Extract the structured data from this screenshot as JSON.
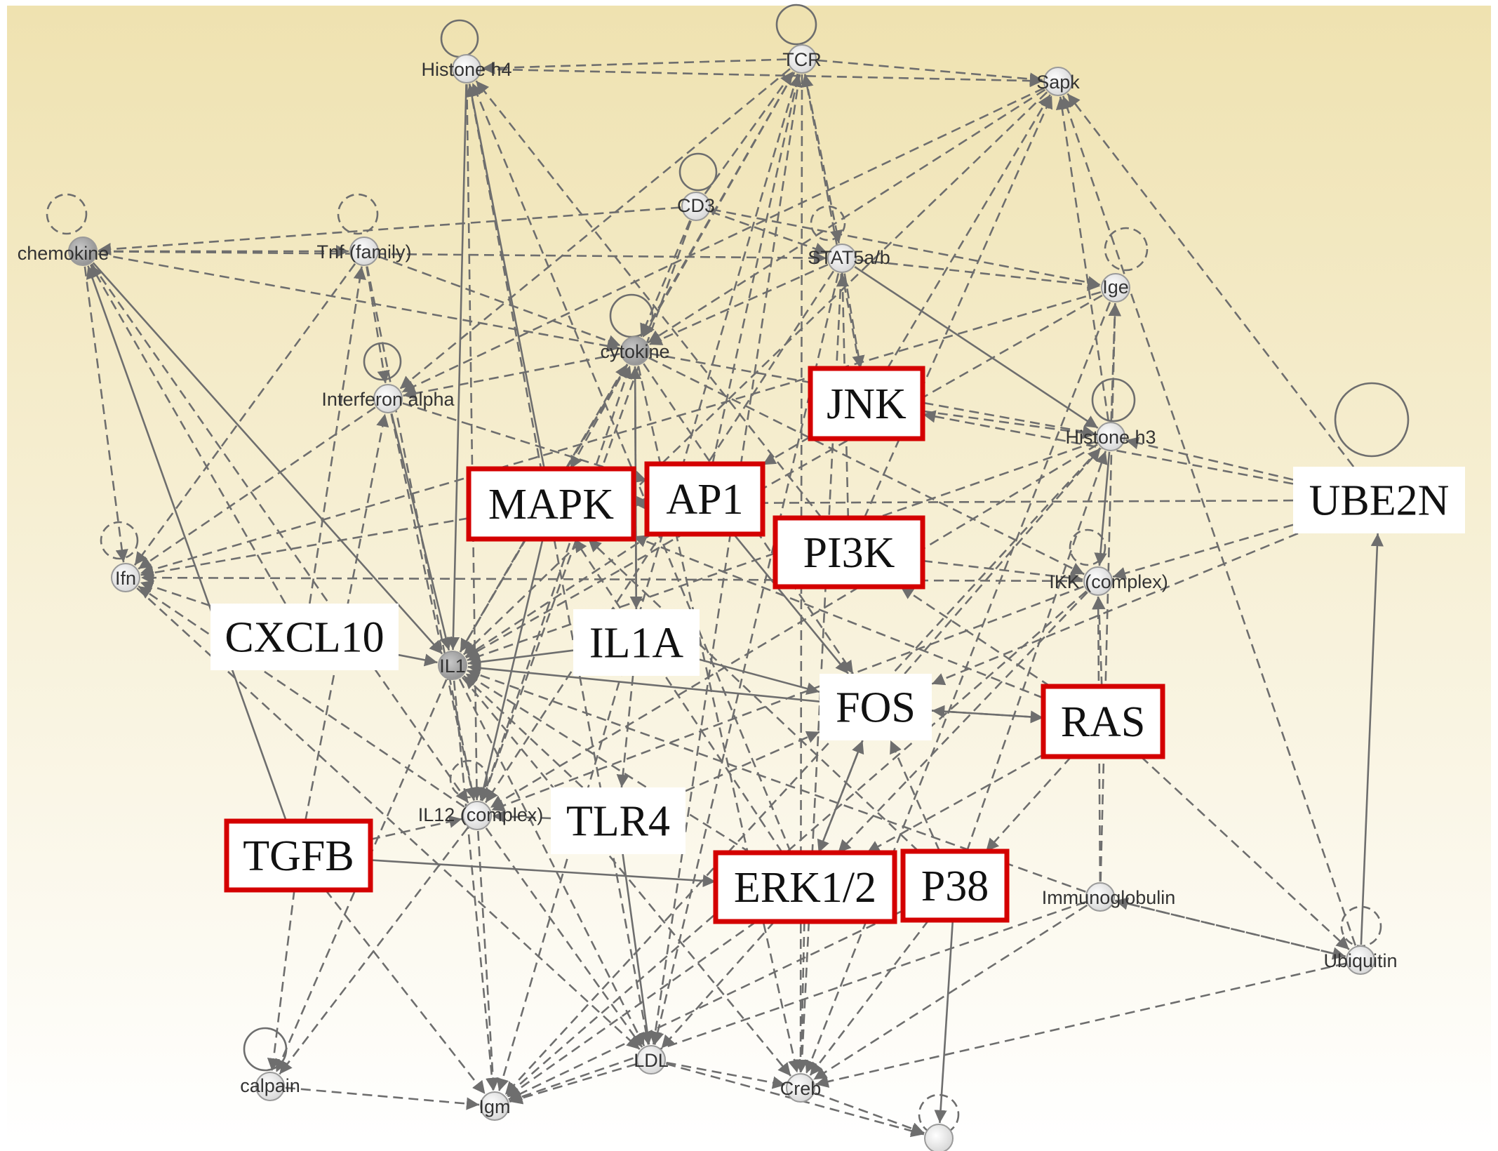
{
  "colors": {
    "bg_top": "#efe2b0",
    "bg_bottom": "#ffffff",
    "edge": "#6e6e6e",
    "highlight_border": "#d40000",
    "box_fill": "#ffffff"
  },
  "nodes": [
    {
      "id": "histone_h4",
      "label": "Histone h4",
      "style": "light",
      "self_loop": "solid"
    },
    {
      "id": "tcr",
      "label": "TCR",
      "style": "light",
      "self_loop": "solid"
    },
    {
      "id": "sapk",
      "label": "Sapk",
      "style": "light",
      "self_loop": ""
    },
    {
      "id": "cd3",
      "label": "CD3",
      "style": "light",
      "self_loop": "solid"
    },
    {
      "id": "chemokine",
      "label": "chemokine",
      "style": "dark",
      "self_loop": "dashed"
    },
    {
      "id": "tnf",
      "label": "Tnf (family)",
      "style": "light",
      "self_loop": "dashed"
    },
    {
      "id": "stat5",
      "label": "STAT5a/b",
      "style": "light",
      "self_loop": "dashed"
    },
    {
      "id": "ige",
      "label": "Ige",
      "style": "light",
      "self_loop": "dashed"
    },
    {
      "id": "cytokine",
      "label": "cytokine",
      "style": "dark",
      "self_loop": "solid"
    },
    {
      "id": "ifna",
      "label": "Interferon alpha",
      "style": "light",
      "self_loop": "solid"
    },
    {
      "id": "histone_h3",
      "label": "Histone h3",
      "style": "light",
      "self_loop": "solid"
    },
    {
      "id": "ifn",
      "label": "Ifn",
      "style": "light",
      "self_loop": "dashed"
    },
    {
      "id": "ikk",
      "label": "IKK (complex)",
      "style": "light",
      "self_loop": "dashed"
    },
    {
      "id": "il1",
      "label": "IL1",
      "style": "dark",
      "self_loop": ""
    },
    {
      "id": "il12",
      "label": "IL12 (complex)",
      "style": "light",
      "self_loop": "dashed"
    },
    {
      "id": "immunoglobulin",
      "label": "Immunoglobulin",
      "style": "light",
      "self_loop": ""
    },
    {
      "id": "ubiquitin",
      "label": "Ubiquitin",
      "style": "light",
      "self_loop": "dashed"
    },
    {
      "id": "calpain",
      "label": "calpain",
      "style": "light",
      "self_loop": "solid"
    },
    {
      "id": "igm",
      "label": "Igm",
      "style": "light",
      "self_loop": ""
    },
    {
      "id": "ldl",
      "label": "LDL",
      "style": "light",
      "self_loop": ""
    },
    {
      "id": "creb",
      "label": "Creb",
      "style": "light",
      "self_loop": ""
    },
    {
      "id": "bottom_hidden",
      "label": "",
      "style": "light",
      "self_loop": "dashed"
    }
  ],
  "boxes": [
    {
      "id": "jnk",
      "label": "JNK",
      "highlighted": true
    },
    {
      "id": "mapk",
      "label": "MAPK",
      "highlighted": true
    },
    {
      "id": "ap1",
      "label": "AP1",
      "highlighted": true
    },
    {
      "id": "pi3k",
      "label": "PI3K",
      "highlighted": true
    },
    {
      "id": "ube2n",
      "label": "UBE2N",
      "highlighted": false,
      "self_loop": "solid"
    },
    {
      "id": "cxcl10",
      "label": "CXCL10",
      "highlighted": false
    },
    {
      "id": "il1a",
      "label": "IL1A",
      "highlighted": false
    },
    {
      "id": "fos",
      "label": "FOS",
      "highlighted": false
    },
    {
      "id": "ras",
      "label": "RAS",
      "highlighted": true
    },
    {
      "id": "tlr4",
      "label": "TLR4",
      "highlighted": false
    },
    {
      "id": "tgfb",
      "label": "TGFB",
      "highlighted": true
    },
    {
      "id": "erk",
      "label": "ERK1/2",
      "highlighted": true
    },
    {
      "id": "p38",
      "label": "P38",
      "highlighted": true
    }
  ],
  "edges": [
    [
      "tcr",
      "histone_h4",
      "dashed"
    ],
    [
      "tcr",
      "sapk",
      "dashed"
    ],
    [
      "histone_h4",
      "sapk",
      "dashed"
    ],
    [
      "cd3",
      "tcr",
      "dashed"
    ],
    [
      "cd3",
      "stat5",
      "dashed"
    ],
    [
      "cd3",
      "cytokine",
      "dashed"
    ],
    [
      "cd3",
      "chemokine",
      "dashed"
    ],
    [
      "cd3",
      "ige",
      "dashed"
    ],
    [
      "tcr",
      "stat5",
      "dashed"
    ],
    [
      "tcr",
      "cytokine",
      "dashed"
    ],
    [
      "tcr",
      "il1",
      "dashed"
    ],
    [
      "tcr",
      "ifna",
      "dashed"
    ],
    [
      "chemokine",
      "tnf",
      "dashed"
    ],
    [
      "chemokine",
      "stat5",
      "dashed"
    ],
    [
      "chemokine",
      "ifn",
      "dashed"
    ],
    [
      "chemokine",
      "il1",
      "solid"
    ],
    [
      "chemokine",
      "cytokine",
      "dashed"
    ],
    [
      "tnf",
      "ifna",
      "dashed"
    ],
    [
      "tnf",
      "cytokine",
      "dashed"
    ],
    [
      "tnf",
      "ifn",
      "dashed"
    ],
    [
      "tnf",
      "il12",
      "dashed"
    ],
    [
      "stat5",
      "cytokine",
      "dashed"
    ],
    [
      "stat5",
      "ige",
      "dashed"
    ],
    [
      "stat5",
      "jnk",
      "dashed"
    ],
    [
      "stat5",
      "histone_h3",
      "solid"
    ],
    [
      "cytokine",
      "il1a",
      "solid"
    ],
    [
      "cytokine",
      "ifna",
      "dashed"
    ],
    [
      "cytokine",
      "histone_h3",
      "dashed"
    ],
    [
      "cytokine",
      "il1",
      "dashed"
    ],
    [
      "cytokine",
      "mapk",
      "dashed"
    ],
    [
      "cytokine",
      "fos",
      "dashed"
    ],
    [
      "cytokine",
      "ikk",
      "dashed"
    ],
    [
      "ifna",
      "ifn",
      "dashed"
    ],
    [
      "ifna",
      "il1",
      "solid"
    ],
    [
      "ifna",
      "il12",
      "dashed"
    ],
    [
      "ifna",
      "ap1",
      "dashed"
    ],
    [
      "histone_h3",
      "sapk",
      "dashed"
    ],
    [
      "histone_h3",
      "ige",
      "dashed"
    ],
    [
      "histone_h3",
      "ikk",
      "solid"
    ],
    [
      "histone_h3",
      "il1",
      "dashed"
    ],
    [
      "jnk",
      "histone_h3",
      "dashed"
    ],
    [
      "jnk",
      "sapk",
      "dashed"
    ],
    [
      "jnk",
      "ap1",
      "dashed"
    ],
    [
      "jnk",
      "tcr",
      "dashed"
    ],
    [
      "mapk",
      "histone_h4",
      "solid"
    ],
    [
      "mapk",
      "ap1",
      "dashed"
    ],
    [
      "mapk",
      "il12",
      "solid"
    ],
    [
      "mapk",
      "ifn",
      "dashed"
    ],
    [
      "ap1",
      "fos",
      "solid"
    ],
    [
      "ap1",
      "tcr",
      "dashed"
    ],
    [
      "ap1",
      "il1",
      "dashed"
    ],
    [
      "pi3k",
      "sapk",
      "dashed"
    ],
    [
      "pi3k",
      "histone_h4",
      "dashed"
    ],
    [
      "pi3k",
      "stat5",
      "dashed"
    ],
    [
      "pi3k",
      "ikk",
      "dashed"
    ],
    [
      "ube2n",
      "ikk",
      "dashed"
    ],
    [
      "ube2n",
      "histone_h3",
      "dashed"
    ],
    [
      "ube2n",
      "sapk",
      "dashed"
    ],
    [
      "ube2n",
      "jnk",
      "dashed"
    ],
    [
      "ube2n",
      "mapk",
      "dashed"
    ],
    [
      "ube2n",
      "fos",
      "dashed"
    ],
    [
      "ubiquitin",
      "ube2n",
      "solid"
    ],
    [
      "cxcl10",
      "ifn",
      "dashed"
    ],
    [
      "cxcl10",
      "il1",
      "solid"
    ],
    [
      "cxcl10",
      "chemokine",
      "dashed"
    ],
    [
      "cxcl10",
      "tnf",
      "dashed"
    ],
    [
      "il1a",
      "il1",
      "solid"
    ],
    [
      "il1a",
      "fos",
      "solid"
    ],
    [
      "il1a",
      "tlr4",
      "dashed"
    ],
    [
      "il1a",
      "cytokine",
      "solid"
    ],
    [
      "fos",
      "ras",
      "dashed"
    ],
    [
      "fos",
      "histone_h3",
      "dashed"
    ],
    [
      "fos",
      "il1",
      "solid"
    ],
    [
      "fos",
      "erk",
      "dashed"
    ],
    [
      "ras",
      "fos",
      "solid"
    ],
    [
      "ras",
      "ikk",
      "dashed"
    ],
    [
      "ras",
      "p38",
      "dashed"
    ],
    [
      "ras",
      "erk",
      "dashed"
    ],
    [
      "ras",
      "pi3k",
      "dashed"
    ],
    [
      "ras",
      "ubiquitin",
      "dashed"
    ],
    [
      "ras",
      "mapk",
      "dashed"
    ],
    [
      "tlr4",
      "il12",
      "dashed"
    ],
    [
      "tlr4",
      "ldl",
      "solid"
    ],
    [
      "tlr4",
      "il1",
      "dashed"
    ],
    [
      "tlr4",
      "fos",
      "dashed"
    ],
    [
      "tgfb",
      "il12",
      "dashed"
    ],
    [
      "tgfb",
      "erk",
      "solid"
    ],
    [
      "tgfb",
      "calpain",
      "dashed"
    ],
    [
      "tgfb",
      "chemokine",
      "solid"
    ],
    [
      "tgfb",
      "ifna",
      "dashed"
    ],
    [
      "tgfb",
      "igm",
      "dashed"
    ],
    [
      "erk",
      "creb",
      "dashed"
    ],
    [
      "erk",
      "fos",
      "solid"
    ],
    [
      "erk",
      "mapk",
      "dashed"
    ],
    [
      "erk",
      "igm",
      "dashed"
    ],
    [
      "erk",
      "ldl",
      "dashed"
    ],
    [
      "erk",
      "il1",
      "dashed"
    ],
    [
      "erk",
      "histone_h4",
      "dashed"
    ],
    [
      "p38",
      "creb",
      "dashed"
    ],
    [
      "p38",
      "bottom_hidden",
      "solid"
    ],
    [
      "p38",
      "fos",
      "dashed"
    ],
    [
      "p38",
      "histone_h3",
      "dashed"
    ],
    [
      "p38",
      "igm",
      "dashed"
    ],
    [
      "p38",
      "mapk",
      "dashed"
    ],
    [
      "immunoglobulin",
      "ubiquitin",
      "dashed"
    ],
    [
      "immunoglobulin",
      "igm",
      "dashed"
    ],
    [
      "immunoglobulin",
      "ige",
      "dashed"
    ],
    [
      "immunoglobulin",
      "ikk",
      "dashed"
    ],
    [
      "immunoglobulin",
      "il1",
      "dashed"
    ],
    [
      "immunoglobulin",
      "creb",
      "dashed"
    ],
    [
      "il12",
      "igm",
      "dashed"
    ],
    [
      "il12",
      "calpain",
      "dashed"
    ],
    [
      "il12",
      "ifn",
      "dashed"
    ],
    [
      "il12",
      "ldl",
      "dashed"
    ],
    [
      "il12",
      "cytokine",
      "dashed"
    ],
    [
      "il1",
      "igm",
      "dashed"
    ],
    [
      "il1",
      "ldl",
      "dashed"
    ],
    [
      "il1",
      "creb",
      "dashed"
    ],
    [
      "il1",
      "calpain",
      "dashed"
    ],
    [
      "il1",
      "cytokine",
      "dashed"
    ],
    [
      "ldl",
      "igm",
      "dashed"
    ],
    [
      "ldl",
      "creb",
      "dashed"
    ],
    [
      "creb",
      "bottom_hidden",
      "dashed"
    ],
    [
      "ldl",
      "bottom_hidden",
      "dashed"
    ],
    [
      "calpain",
      "igm",
      "dashed"
    ],
    [
      "ikk",
      "igm",
      "dashed"
    ],
    [
      "ikk",
      "erk",
      "dashed"
    ],
    [
      "ikk",
      "ifn",
      "dashed"
    ],
    [
      "ikk",
      "il12",
      "dashed"
    ],
    [
      "ige",
      "il1",
      "dashed"
    ],
    [
      "ige",
      "ifn",
      "dashed"
    ],
    [
      "histone_h3",
      "il12",
      "dashed"
    ],
    [
      "sapk",
      "cytokine",
      "dashed"
    ],
    [
      "sapk",
      "ifna",
      "dashed"
    ],
    [
      "sapk",
      "il1",
      "dashed"
    ],
    [
      "ubiquitin",
      "creb",
      "dashed"
    ],
    [
      "ubiquitin",
      "immunoglobulin",
      "dashed"
    ],
    [
      "ubiquitin",
      "sapk",
      "dashed"
    ],
    [
      "histone_h4",
      "il1",
      "solid"
    ],
    [
      "histone_h4",
      "il12",
      "dashed"
    ],
    [
      "histone_h4",
      "ldl",
      "dashed"
    ],
    [
      "tcr",
      "igm",
      "dashed"
    ],
    [
      "tcr",
      "creb",
      "dashed"
    ],
    [
      "tcr",
      "ldl",
      "dashed"
    ],
    [
      "cd3",
      "il12",
      "dashed"
    ],
    [
      "stat5",
      "creb",
      "dashed"
    ],
    [
      "stat5",
      "ldl",
      "dashed"
    ],
    [
      "stat5",
      "il12",
      "dashed"
    ],
    [
      "cytokine",
      "creb",
      "dashed"
    ],
    [
      "ifn",
      "ldl",
      "dashed"
    ],
    [
      "chemokine",
      "il12",
      "dashed"
    ],
    [
      "ige",
      "creb",
      "dashed"
    ],
    [
      "histone_h3",
      "igm",
      "dashed"
    ]
  ]
}
